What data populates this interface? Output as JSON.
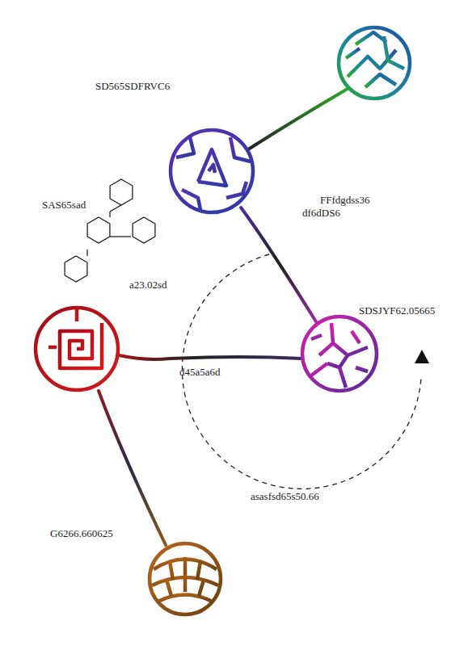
{
  "diagram": {
    "labels": [
      "SD565SDFRVC6",
      "SAS65sad",
      "FFfdgdss36",
      "df6dDS6",
      "a23.02sd",
      "SDSJYF62.05665",
      "d45a5a6d",
      "asasfsd65s50.66",
      "G6266.660625"
    ]
  }
}
